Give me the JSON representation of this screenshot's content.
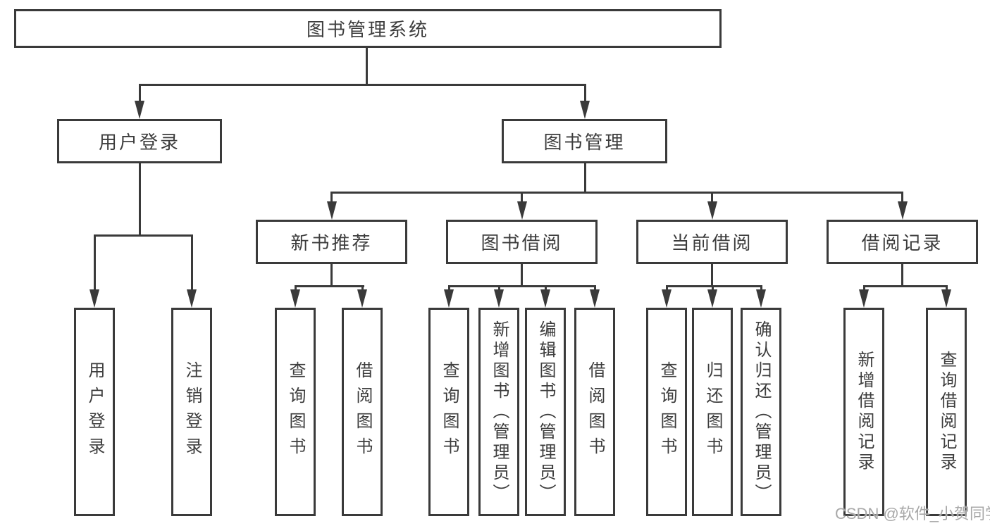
{
  "watermark": "CSDN @软件_小贺同学",
  "colors": {
    "line": "#3a3a3a",
    "box_border": "#3a3a3a",
    "box_fill": "#ffffff",
    "text": "#3d3d3d",
    "watermark": "#a8a8a8",
    "background": "#ffffff"
  },
  "tree": {
    "root": {
      "label": "图书管理系统"
    },
    "level2": [
      {
        "label": "用户登录"
      },
      {
        "label": "图书管理"
      }
    ],
    "level3": [
      {
        "label": "新书推荐"
      },
      {
        "label": "图书借阅"
      },
      {
        "label": "当前借阅"
      },
      {
        "label": "借阅记录"
      }
    ],
    "leaves": {
      "login": [
        {
          "label": "用户登录"
        },
        {
          "label": "注销登录"
        }
      ],
      "recommend": [
        {
          "label": "查询图书"
        },
        {
          "label": "借阅图书"
        }
      ],
      "borrow": [
        {
          "label": "查询图书"
        },
        {
          "label": "新增图书（管理员）"
        },
        {
          "label": "编辑图书（管理员）"
        },
        {
          "label": "借阅图书"
        }
      ],
      "current": [
        {
          "label": "查询图书"
        },
        {
          "label": "归还图书"
        },
        {
          "label": "确认归还（管理员）"
        }
      ],
      "records": [
        {
          "label": "新增借阅记录"
        },
        {
          "label": "查询借阅记录"
        }
      ]
    }
  }
}
